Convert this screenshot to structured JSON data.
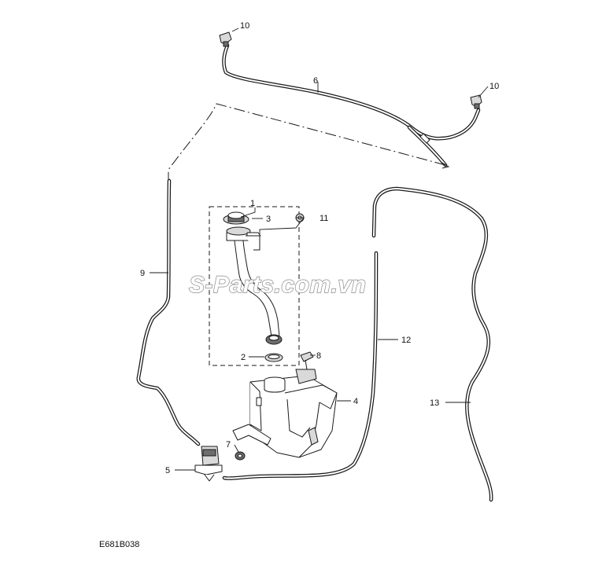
{
  "diagram": {
    "figure_code": "E681B038",
    "watermark": "S-Parts.com.vn",
    "callouts": [
      {
        "id": "c1",
        "label": "1"
      },
      {
        "id": "c2",
        "label": "2"
      },
      {
        "id": "c3",
        "label": "3"
      },
      {
        "id": "c4",
        "label": "4"
      },
      {
        "id": "c5",
        "label": "5"
      },
      {
        "id": "c6",
        "label": "6"
      },
      {
        "id": "c7",
        "label": "7"
      },
      {
        "id": "c8",
        "label": "8"
      },
      {
        "id": "c9",
        "label": "9"
      },
      {
        "id": "c10a",
        "label": "10"
      },
      {
        "id": "c10b",
        "label": "10"
      },
      {
        "id": "c11",
        "label": "11"
      },
      {
        "id": "c12",
        "label": "12"
      },
      {
        "id": "c13",
        "label": "13"
      }
    ]
  }
}
